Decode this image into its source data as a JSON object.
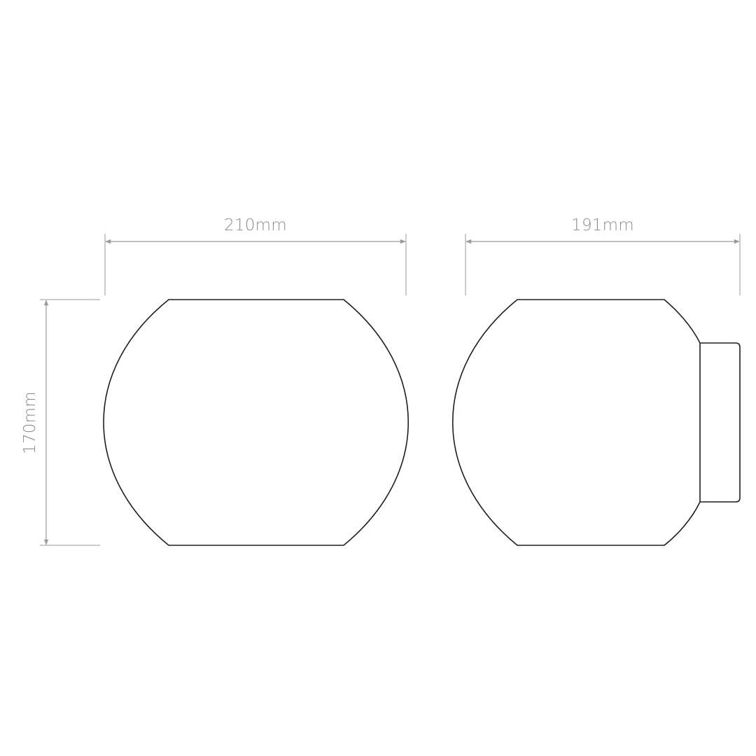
{
  "dimensions": {
    "front_width": "210mm",
    "side_depth": "191mm",
    "height": "170mm"
  },
  "colors": {
    "outline": "#1e1e1e",
    "dimension_line": "#9a9a9a",
    "dimension_text": "#8a8a8a",
    "background": "#ffffff"
  }
}
